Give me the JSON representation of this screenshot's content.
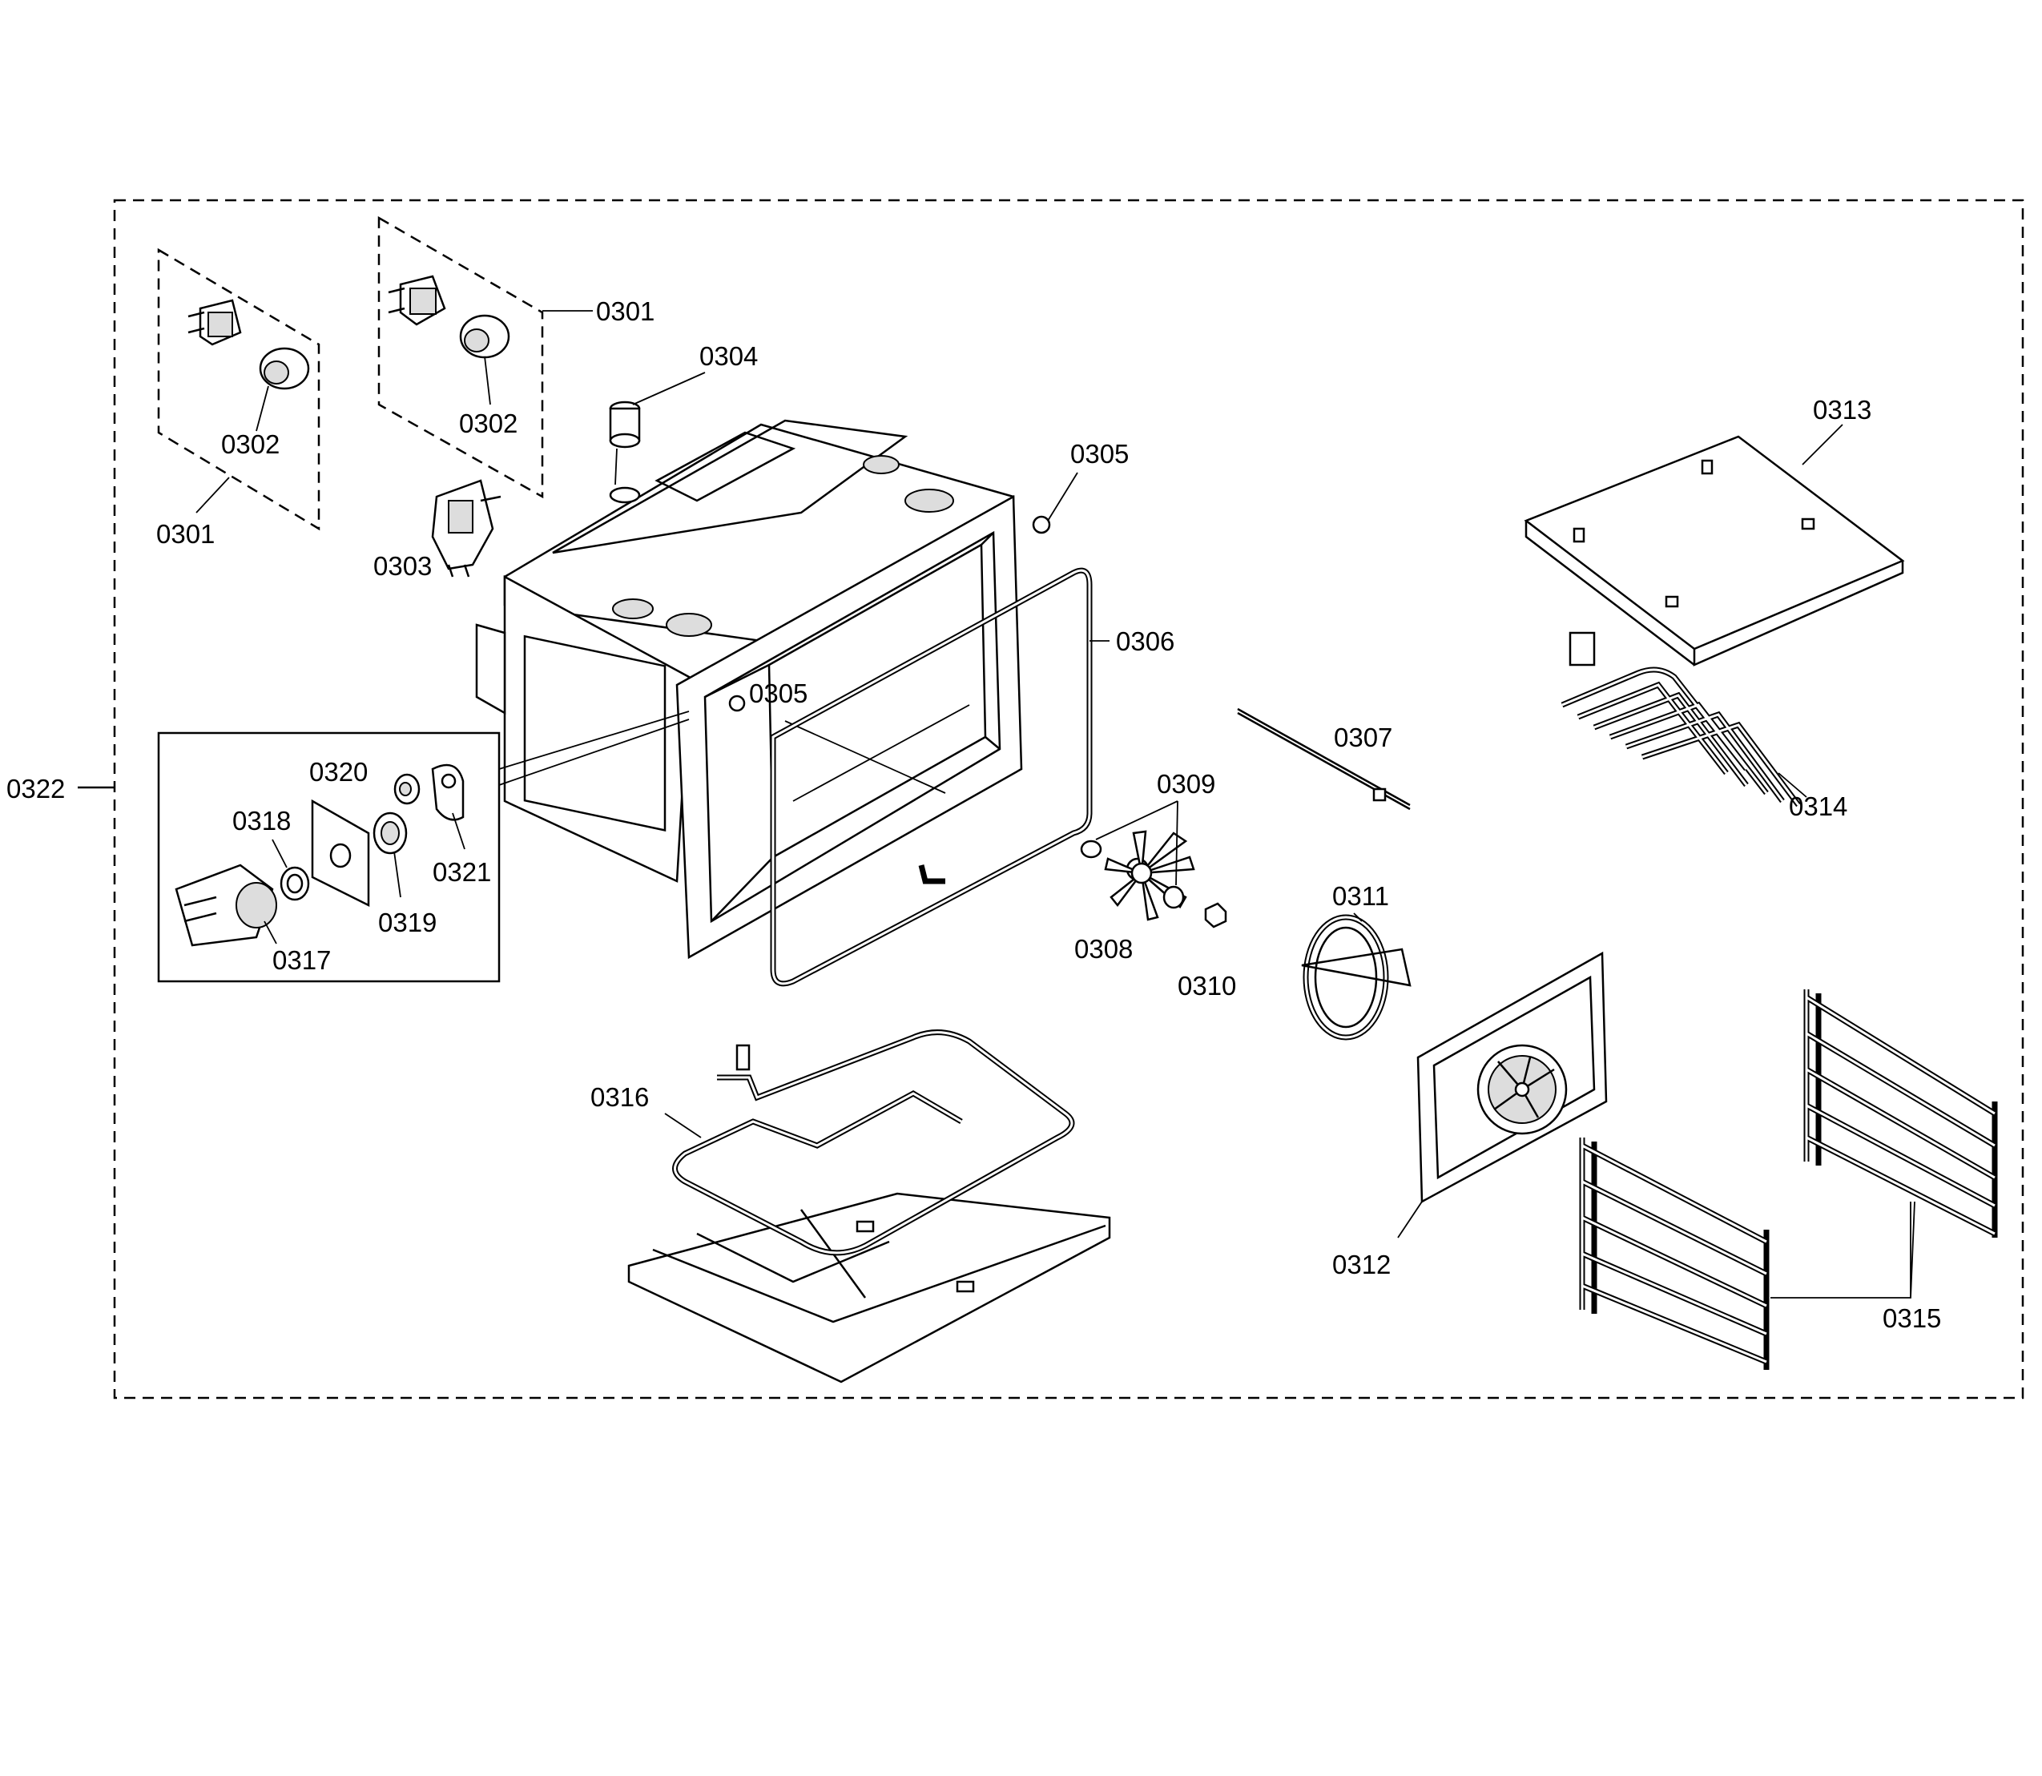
{
  "diagram": {
    "callouts": {
      "p0301_right": "0301",
      "p0301_left": "0301",
      "p0302_left": "0302",
      "p0302_right": "0302",
      "p0303": "0303",
      "p0304": "0304",
      "p0305_top": "0305",
      "p0305_inner": "0305",
      "p0306": "0306",
      "p0307": "0307",
      "p0308": "0308",
      "p0309": "0309",
      "p0310": "0310",
      "p0311": "0311",
      "p0312": "0312",
      "p0313": "0313",
      "p0314": "0314",
      "p0315": "0315",
      "p0316": "0316",
      "p0317": "0317",
      "p0318": "0318",
      "p0319": "0319",
      "p0320": "0320",
      "p0321": "0321",
      "p0322": "0322"
    }
  }
}
